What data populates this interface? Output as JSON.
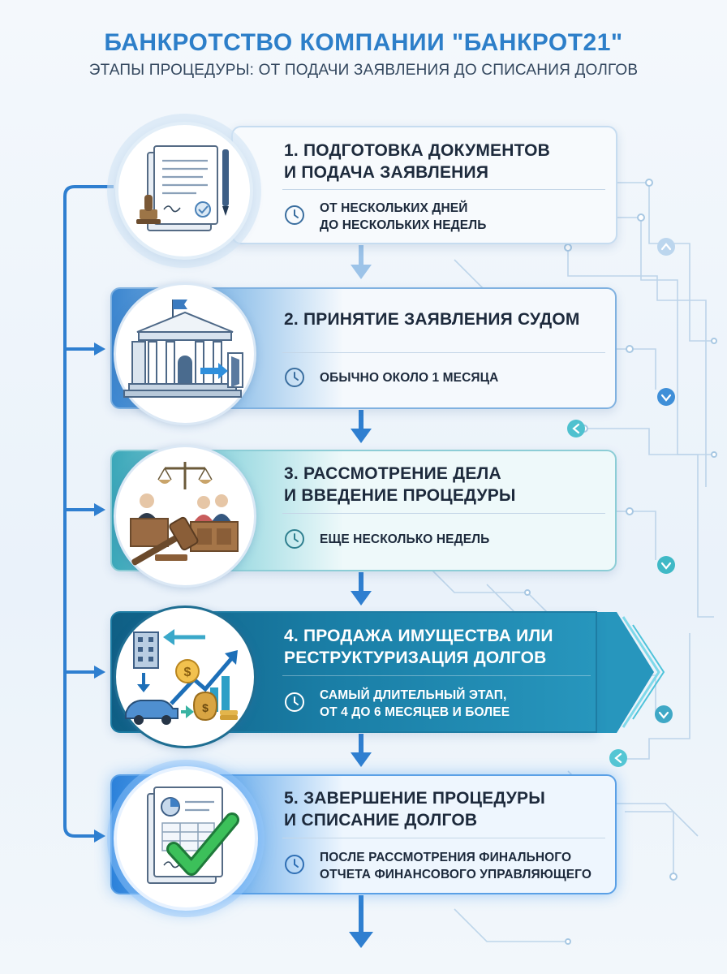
{
  "header": {
    "title": "БАНКРОТСТВО КОМПАНИИ \"БАНКРОТ21\"",
    "subtitle": "ЭТАПЫ ПРОЦЕДУРЫ: ОТ ПОДАЧИ ЗАЯВЛЕНИЯ ДО СПИСАНИЯ ДОЛГОВ"
  },
  "steps": [
    {
      "title_lines": [
        "1. ПОДГОТОВКА ДОКУМЕНТОВ",
        "И ПОДАЧА ЗАЯВЛЕНИЯ"
      ],
      "duration_lines": [
        "ОТ НЕСКОЛЬКИХ ДНЕЙ",
        "ДО НЕСКОЛЬКИХ НЕДЕЛЬ"
      ],
      "icon": "documents-icon"
    },
    {
      "title_lines": [
        "2. ПРИНЯТИЕ ЗАЯВЛЕНИЯ СУДОМ"
      ],
      "duration_lines": [
        "ОБЫЧНО ОКОЛО 1 МЕСЯЦА"
      ],
      "icon": "courthouse-icon"
    },
    {
      "title_lines": [
        "3. РАССМОТРЕНИЕ ДЕЛА",
        "И ВВЕДЕНИЕ ПРОЦЕДУРЫ"
      ],
      "duration_lines": [
        "ЕЩЕ НЕСКОЛЬКО НЕДЕЛЬ"
      ],
      "icon": "courtroom-gavel-icon"
    },
    {
      "title_lines": [
        "4. ПРОДАЖА ИМУЩЕСТВА ИЛИ",
        "РЕСТРУКТУРИЗАЦИЯ ДОЛГОВ"
      ],
      "duration_lines": [
        "САМЫЙ ДЛИТЕЛЬНЫЙ ЭТАП,",
        "ОТ 4 ДО 6 МЕСЯЦЕВ И БОЛЕЕ"
      ],
      "icon": "assets-sale-icon"
    },
    {
      "title_lines": [
        "5. ЗАВЕРШЕНИЕ ПРОЦЕДУРЫ",
        "И СПИСАНИЕ ДОЛГОВ"
      ],
      "duration_lines": [
        "ПОСЛЕ РАССМОТРЕНИЯ ФИНАЛЬНОГО",
        "ОТЧЕТА ФИНАНСОВОГО УПРАВЛЯЮЩЕГО"
      ],
      "icon": "completed-report-icon"
    }
  ],
  "colors": {
    "title": "#2d7fc9",
    "connector": "#2f7fd0",
    "circuit": "#a9c9e4",
    "teal_dot": "#37b3c4"
  }
}
